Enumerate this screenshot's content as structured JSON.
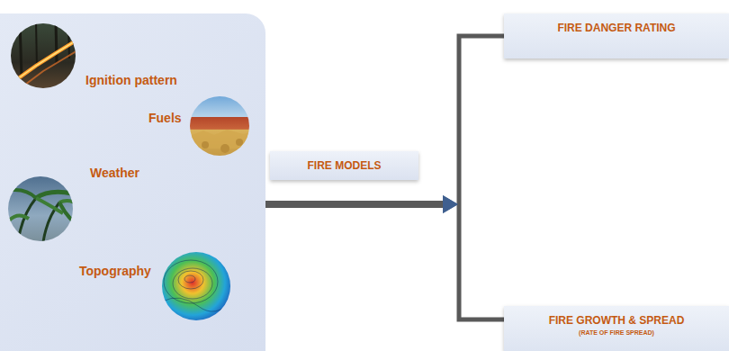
{
  "diagram": {
    "nodes": [
      {
        "text": [
          "Ignition pattern",
          "Fuels",
          "Weather",
          "Topography"
        ]
      },
      {
        "text": [
          "FIRE DANGER RATING"
        ]
      },
      {
        "text": [
          "FIRE GROWTH & SPREAD",
          "(RATE OF FIRE SPREAD)"
        ]
      }
    ],
    "edges": [
      {
        "from": 0,
        "to": 1,
        "arrow": "to",
        "label": "FIRE MODELS"
      },
      {
        "from": 0,
        "to": 2,
        "arrow": "to"
      }
    ]
  }
}
